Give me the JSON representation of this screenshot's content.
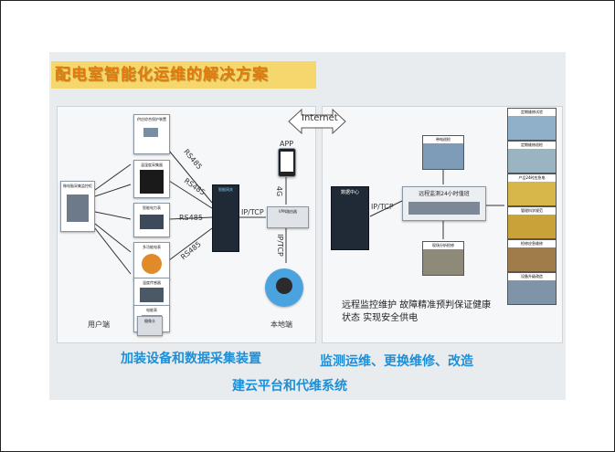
{
  "title": "配电室智能化运维的解决方案",
  "left_panel": {
    "user_end_label": "用户端",
    "devices": [
      "微电脑采集监控柜",
      "供应综合保护装置",
      "温湿度采集器",
      "智能电力表",
      "多功能电表",
      "温度传感器",
      "电能表",
      "摄像头"
    ],
    "gateway_label": "智能网关",
    "vpn_label": "VPN路由器",
    "app_label": "APP",
    "local_label": "本地端",
    "rs485": [
      "RS485",
      "RS485",
      "RS485",
      "RS485"
    ],
    "iptcp_1": "IP/TCP",
    "iptcp_2": "IP/TCP",
    "io_label": "4G"
  },
  "internet_label": "Internet",
  "right_panel": {
    "data_center": "数据中心",
    "iptcp": "IP/TCP",
    "monitor_title": "远程监测24小时值班",
    "photo1_label": "带电巡检",
    "photo2_label": "现场分析检修",
    "services": [
      "定期维修试验",
      "定期维修巡检",
      "产品24时应急电",
      "管理科学规范",
      "检修应急维修",
      "设备升级改造"
    ],
    "description": "远程监控维护  故障精准预判保证健康状态  实现安全供电"
  },
  "captions": {
    "left": "加装设备和数据采集装置",
    "right": "监测运维、更换维修、改造",
    "bottom": "建云平台和代维系统"
  },
  "colors": {
    "title_bg": "#f5d76e",
    "title_text": "#e07a10",
    "caption": "#1e8fd6"
  }
}
